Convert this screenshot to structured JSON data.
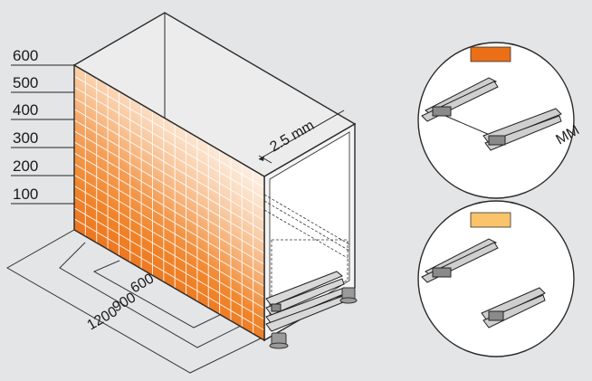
{
  "height_scale": {
    "labels": [
      "600",
      "500",
      "400",
      "300",
      "200",
      "100"
    ]
  },
  "gap_label": "2.5 mm",
  "depth_labels": {
    "d600": "600",
    "d900": "900",
    "d1200": "1200"
  },
  "detail_top": {
    "swatch_color": "#ea6f16",
    "unit_label": "MM"
  },
  "detail_bottom": {
    "swatch_color": "#fbc36a"
  },
  "colors": {
    "grid_low": "#e8650e",
    "grid_high": "#fff6ee",
    "background": "#e4e5e7",
    "outline": "#2a2a2a"
  }
}
